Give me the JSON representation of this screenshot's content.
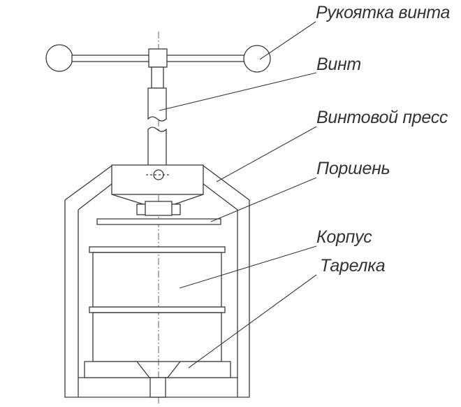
{
  "labels": {
    "handle": "Рукоятка винта",
    "screw": "Винт",
    "press": "Винтовой пресс",
    "piston": "Поршень",
    "body": "Корпус",
    "plate": "Тарелка"
  }
}
